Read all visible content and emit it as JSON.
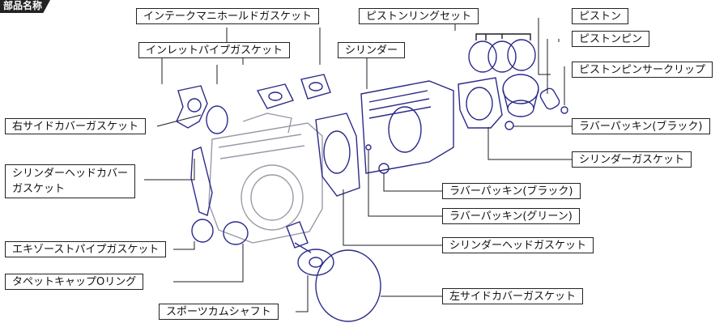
{
  "header": {
    "tag_text": "部品名称"
  },
  "colors": {
    "line": "#1c1c28",
    "outline": "#2a2a8a",
    "part_fill": "#ffffff"
  },
  "labels": {
    "intake_manifold_gasket": "インテークマニホールドガスケット",
    "inlet_pipe_gasket": "インレットパイプガスケット",
    "cylinder": "シリンダー",
    "piston_ring_set": "ピストンリングセット",
    "piston": "ピストン",
    "piston_pin": "ピストンピン",
    "piston_pin_circlip": "ピストンピンサークリップ",
    "rubber_packing_black_1": "ラバーパッキン(ブラック)",
    "cylinder_gasket": "シリンダーガスケット",
    "right_side_cover_gasket": "右サイドカバーガスケット",
    "cylinder_head_cover_gasket_line1": "シリンダーヘッドカバー",
    "cylinder_head_cover_gasket_line2": "ガスケット",
    "rubber_packing_black_2": "ラバーパッキン(ブラック)",
    "rubber_packing_green": "ラバーパッキン(グリーン)",
    "exhaust_pipe_gasket": "エキゾーストパイプガスケット",
    "cylinder_head_gasket": "シリンダーヘッドガスケット",
    "tappet_cap_o_ring": "タペットキャップOリング",
    "left_side_cover_gasket": "左サイドカバーガスケット",
    "sports_camshaft": "スポーツカムシャフト"
  }
}
